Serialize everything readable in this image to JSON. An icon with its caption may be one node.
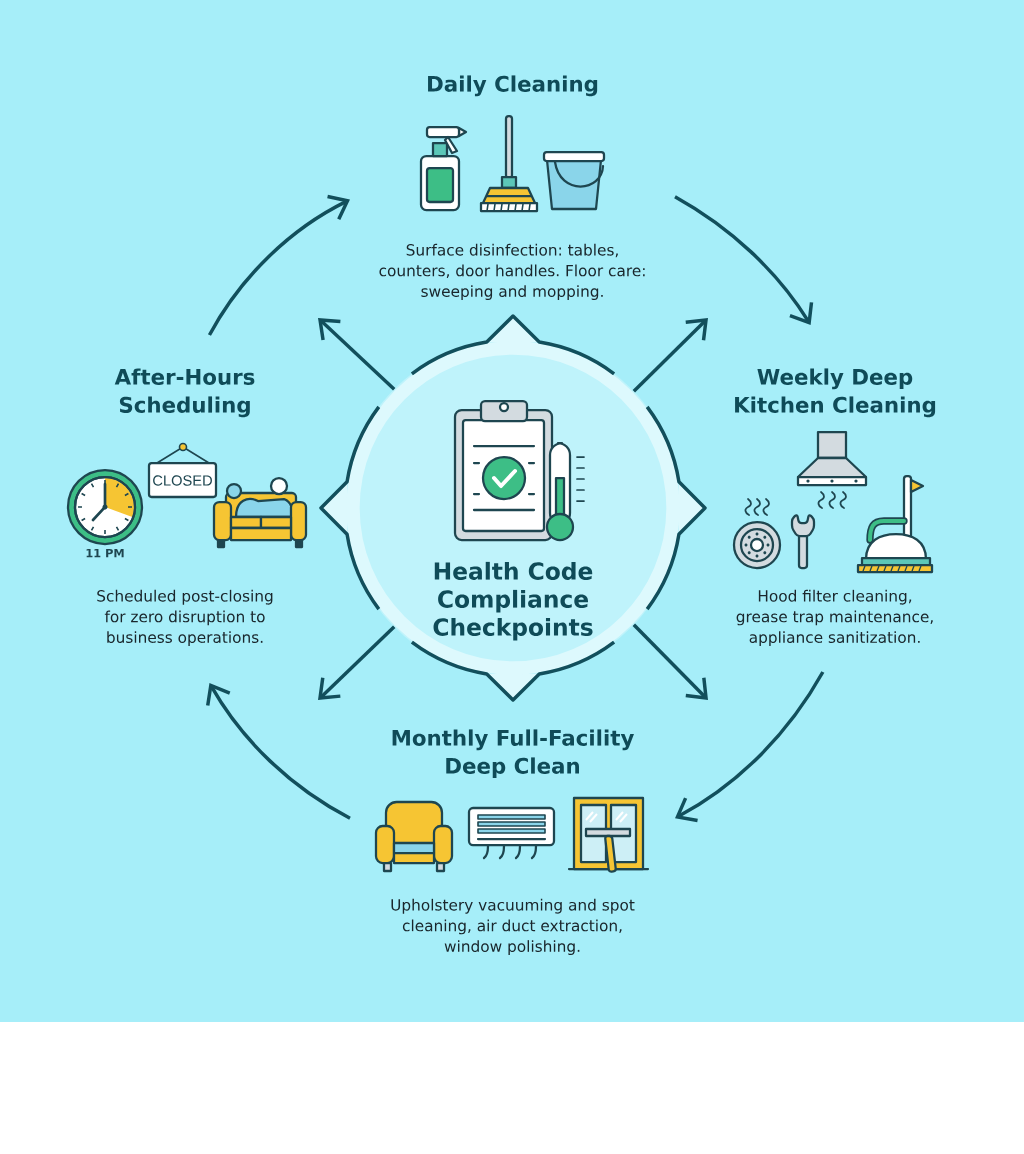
{
  "diagram": {
    "nodes": [
      {
        "text": [
          "Daily Cleaning",
          "Surface disinfection: tables, counters, door handles. Floor care: sweeping and mopping."
        ]
      },
      {
        "text": [
          "After-Hours Scheduling",
          "Scheduled post-closing for zero disruption to business operations."
        ]
      },
      {
        "text": [
          "Health Code Compliance Checkpoints"
        ]
      },
      {
        "text": [
          "Weekly Deep Kitchen Cleaning",
          "Hood filter cleaning, grease trap maintenance, appliance sanitization."
        ]
      },
      {
        "text": [
          "Monthly Full-Facility Deep Clean",
          "Upholstery vacuuming and spot cleaning, air duct extraction, window polishing."
        ]
      }
    ],
    "edges": [
      {
        "from": 1,
        "to": 0,
        "arrow": "to"
      },
      {
        "from": 0,
        "to": 3,
        "arrow": "to"
      },
      {
        "from": 3,
        "to": 4,
        "arrow": "to"
      },
      {
        "from": 4,
        "to": 1,
        "arrow": "to"
      },
      {
        "from": 2,
        "to": null,
        "arrow": "to"
      },
      {
        "from": 2,
        "to": null,
        "arrow": "to"
      },
      {
        "from": 2,
        "to": null,
        "arrow": "to"
      },
      {
        "from": 2,
        "to": null,
        "arrow": "to"
      }
    ],
    "labels": [
      "CLOSED",
      "11 PM"
    ]
  }
}
